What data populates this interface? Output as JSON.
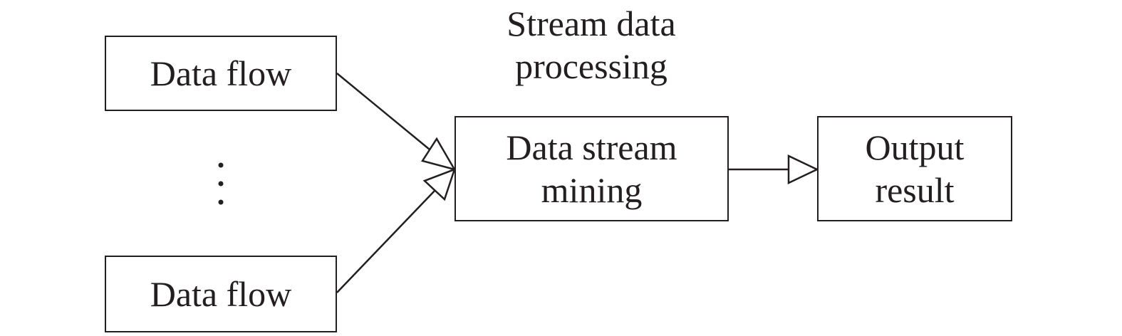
{
  "diagram": {
    "caption": {
      "line1": "Stream data",
      "line2": "processing"
    },
    "nodes": {
      "flow_top": {
        "label": "Data flow"
      },
      "flow_bottom": {
        "label": "Data flow"
      },
      "mining": {
        "line1": "Data stream",
        "line2": "mining"
      },
      "output": {
        "line1": "Output",
        "line2": "result"
      }
    },
    "ellipsis": "⋮",
    "colors": {
      "stroke": "#231f20",
      "background": "#ffffff"
    }
  }
}
